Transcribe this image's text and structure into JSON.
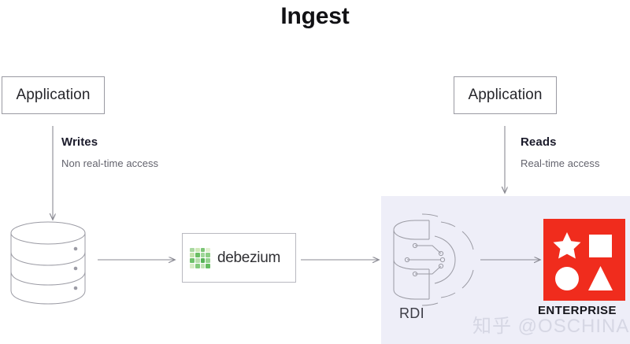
{
  "page": {
    "title": "Ingest",
    "watermark": "知乎 @OSCHINA",
    "background": "#ffffff"
  },
  "colors": {
    "panel_background": "#eeeef8",
    "redis_red": "#f02c1d",
    "stroke_gray": "#8a8a93",
    "label_dark": "#1b1b2b",
    "sublabel_gray": "#63636d",
    "debezium_green_light": "#bfe3a9",
    "debezium_green_mid": "#7cc576",
    "debezium_green_dark": "#4aa94a"
  },
  "left_flow": {
    "source_box": {
      "label": "Application"
    },
    "arrow_label": "Writes",
    "arrow_sublabel": "Non real-time access",
    "database": {
      "name": "database-cylinder",
      "tiers": 3
    }
  },
  "middle": {
    "connector_box": {
      "logo_name": "debezium-logo",
      "wordmark": "debezium"
    }
  },
  "right_flow": {
    "source_box": {
      "label": "Application"
    },
    "arrow_label": "Reads",
    "arrow_sublabel": "Real-time access",
    "rdi": {
      "label": "RDI",
      "icon_name": "rdi-pipeline-icon"
    },
    "redis": {
      "product_name": "ENTERPRISE",
      "logo_name": "redis-enterprise-logo",
      "logo_shapes": [
        "star",
        "square",
        "circle",
        "triangle"
      ]
    }
  },
  "debezium_tiles": [
    "#a8d8a0",
    "#cfe8b8",
    "#7cc576",
    "#e2f0d2",
    "#c6e3ae",
    "#6bbf63",
    "#a0d79a",
    "#8ccf84",
    "#6fc26a",
    "#b8deac",
    "#57b356",
    "#96d28f",
    "#d8ecc6",
    "#83cb7b",
    "#c2e2b4",
    "#65bd60"
  ]
}
